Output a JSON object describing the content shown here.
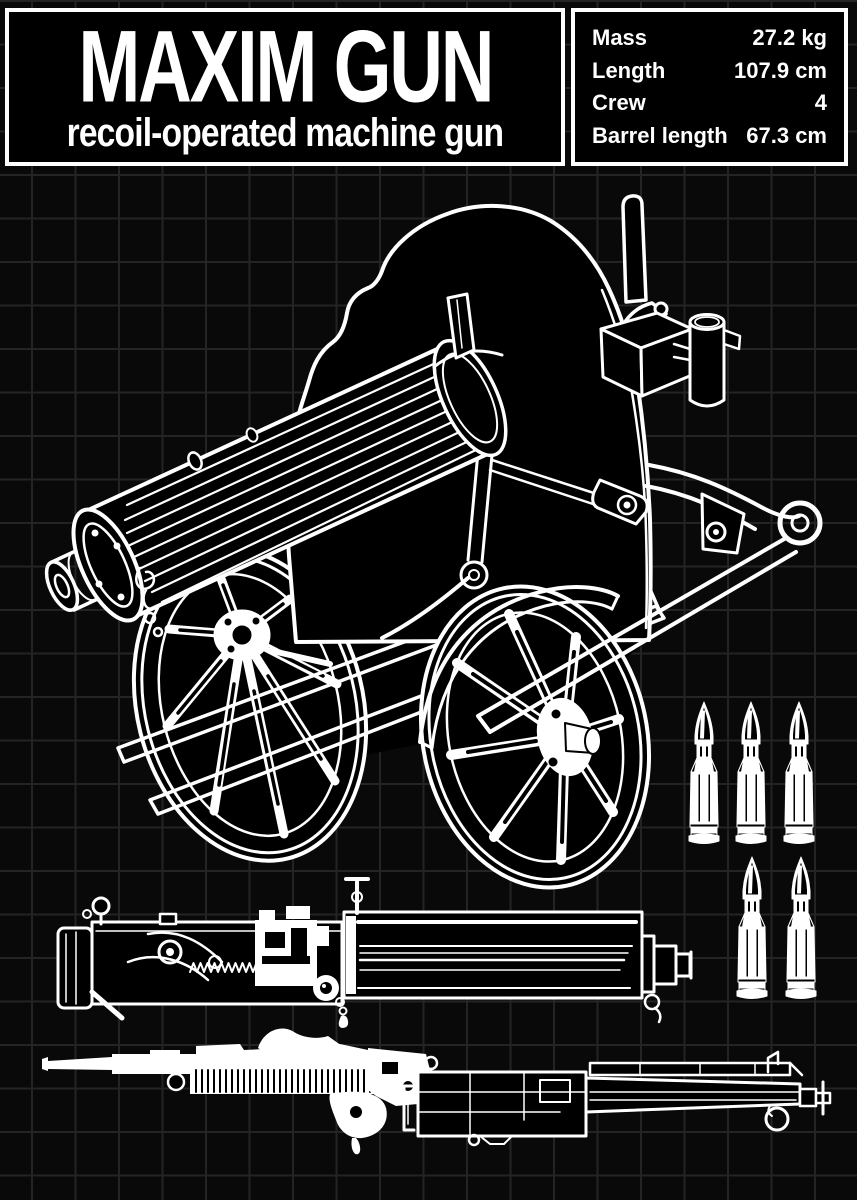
{
  "header": {
    "title": "MAXIM GUN",
    "subtitle": "recoil-operated machine gun"
  },
  "specs": {
    "rows": [
      {
        "label": "Mass",
        "value": "27.2 kg"
      },
      {
        "label": "Length",
        "value": "107.9 cm"
      },
      {
        "label": "Crew",
        "value": "4"
      },
      {
        "label": "Barrel length",
        "value": "67.3 cm"
      }
    ]
  },
  "style": {
    "background": "#090909",
    "grid_line": "#242424",
    "ink": "#ffffff",
    "panel_fill": "#000000"
  },
  "artwork": {
    "main_view": "maxim-gun-three-quarter-view-on-wheeled-mount",
    "detail_views": [
      "side-cutaway-mechanism",
      "side-silhouette",
      "side-outline"
    ],
    "cartridges": {
      "top_row": 3,
      "bottom_row": 2
    }
  }
}
